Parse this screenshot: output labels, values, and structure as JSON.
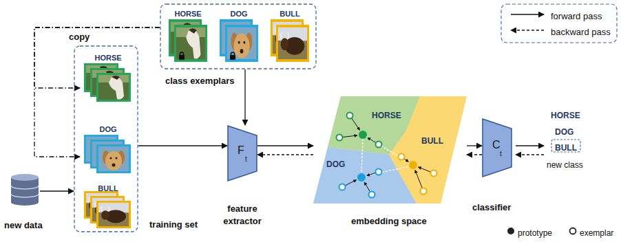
{
  "diagram": {
    "nodes": [
      {
        "text": [
          "training set"
        ]
      },
      {
        "text": [
          "HORSE"
        ],
        "in": 0
      },
      {
        "text": [
          "DOG"
        ],
        "in": 0
      },
      {
        "text": [
          "BULL"
        ],
        "in": 0
      },
      {
        "text": [
          "class exemplars"
        ]
      },
      {
        "text": [
          "HORSE"
        ],
        "in": 4
      },
      {
        "text": [
          "DOG"
        ],
        "in": 4
      },
      {
        "text": [
          "BULL"
        ],
        "in": 4
      },
      {
        "text": [
          "new data"
        ]
      },
      {
        "text": [
          "F",
          "t",
          "feature extractor"
        ]
      },
      {
        "text": [
          "embedding space"
        ]
      },
      {
        "text": [
          "HORSE"
        ],
        "in": 10
      },
      {
        "text": [
          "DOG"
        ],
        "in": 10
      },
      {
        "text": [
          "BULL"
        ],
        "in": 10
      },
      {
        "text": [
          "C",
          "t",
          "classifier"
        ]
      },
      {
        "text": [
          "BULL",
          "new class"
        ]
      }
    ],
    "edges": [
      {
        "from": 4,
        "to": 1,
        "arrow": "to",
        "label": "copy"
      },
      {
        "from": 4,
        "to": 2,
        "arrow": "to"
      },
      {
        "from": 8,
        "to": 0,
        "arrow": "to"
      },
      {
        "from": 0,
        "to": 9,
        "arrow": "to"
      },
      {
        "from": 4,
        "to": 9,
        "arrow": "to"
      },
      {
        "from": 9,
        "to": 10,
        "arrow": "to"
      },
      {
        "from": 10,
        "to": 9,
        "arrow": "to"
      },
      {
        "from": 10,
        "to": 14,
        "arrow": "to"
      },
      {
        "from": 14,
        "to": 10,
        "arrow": "to"
      }
    ],
    "labels": [
      "HORSE",
      "DOG"
    ],
    "legend": [
      {
        "text": "forward pass"
      },
      {
        "text": "backward pass"
      },
      {
        "text": "prototype"
      },
      {
        "text": "exemplar"
      }
    ]
  }
}
